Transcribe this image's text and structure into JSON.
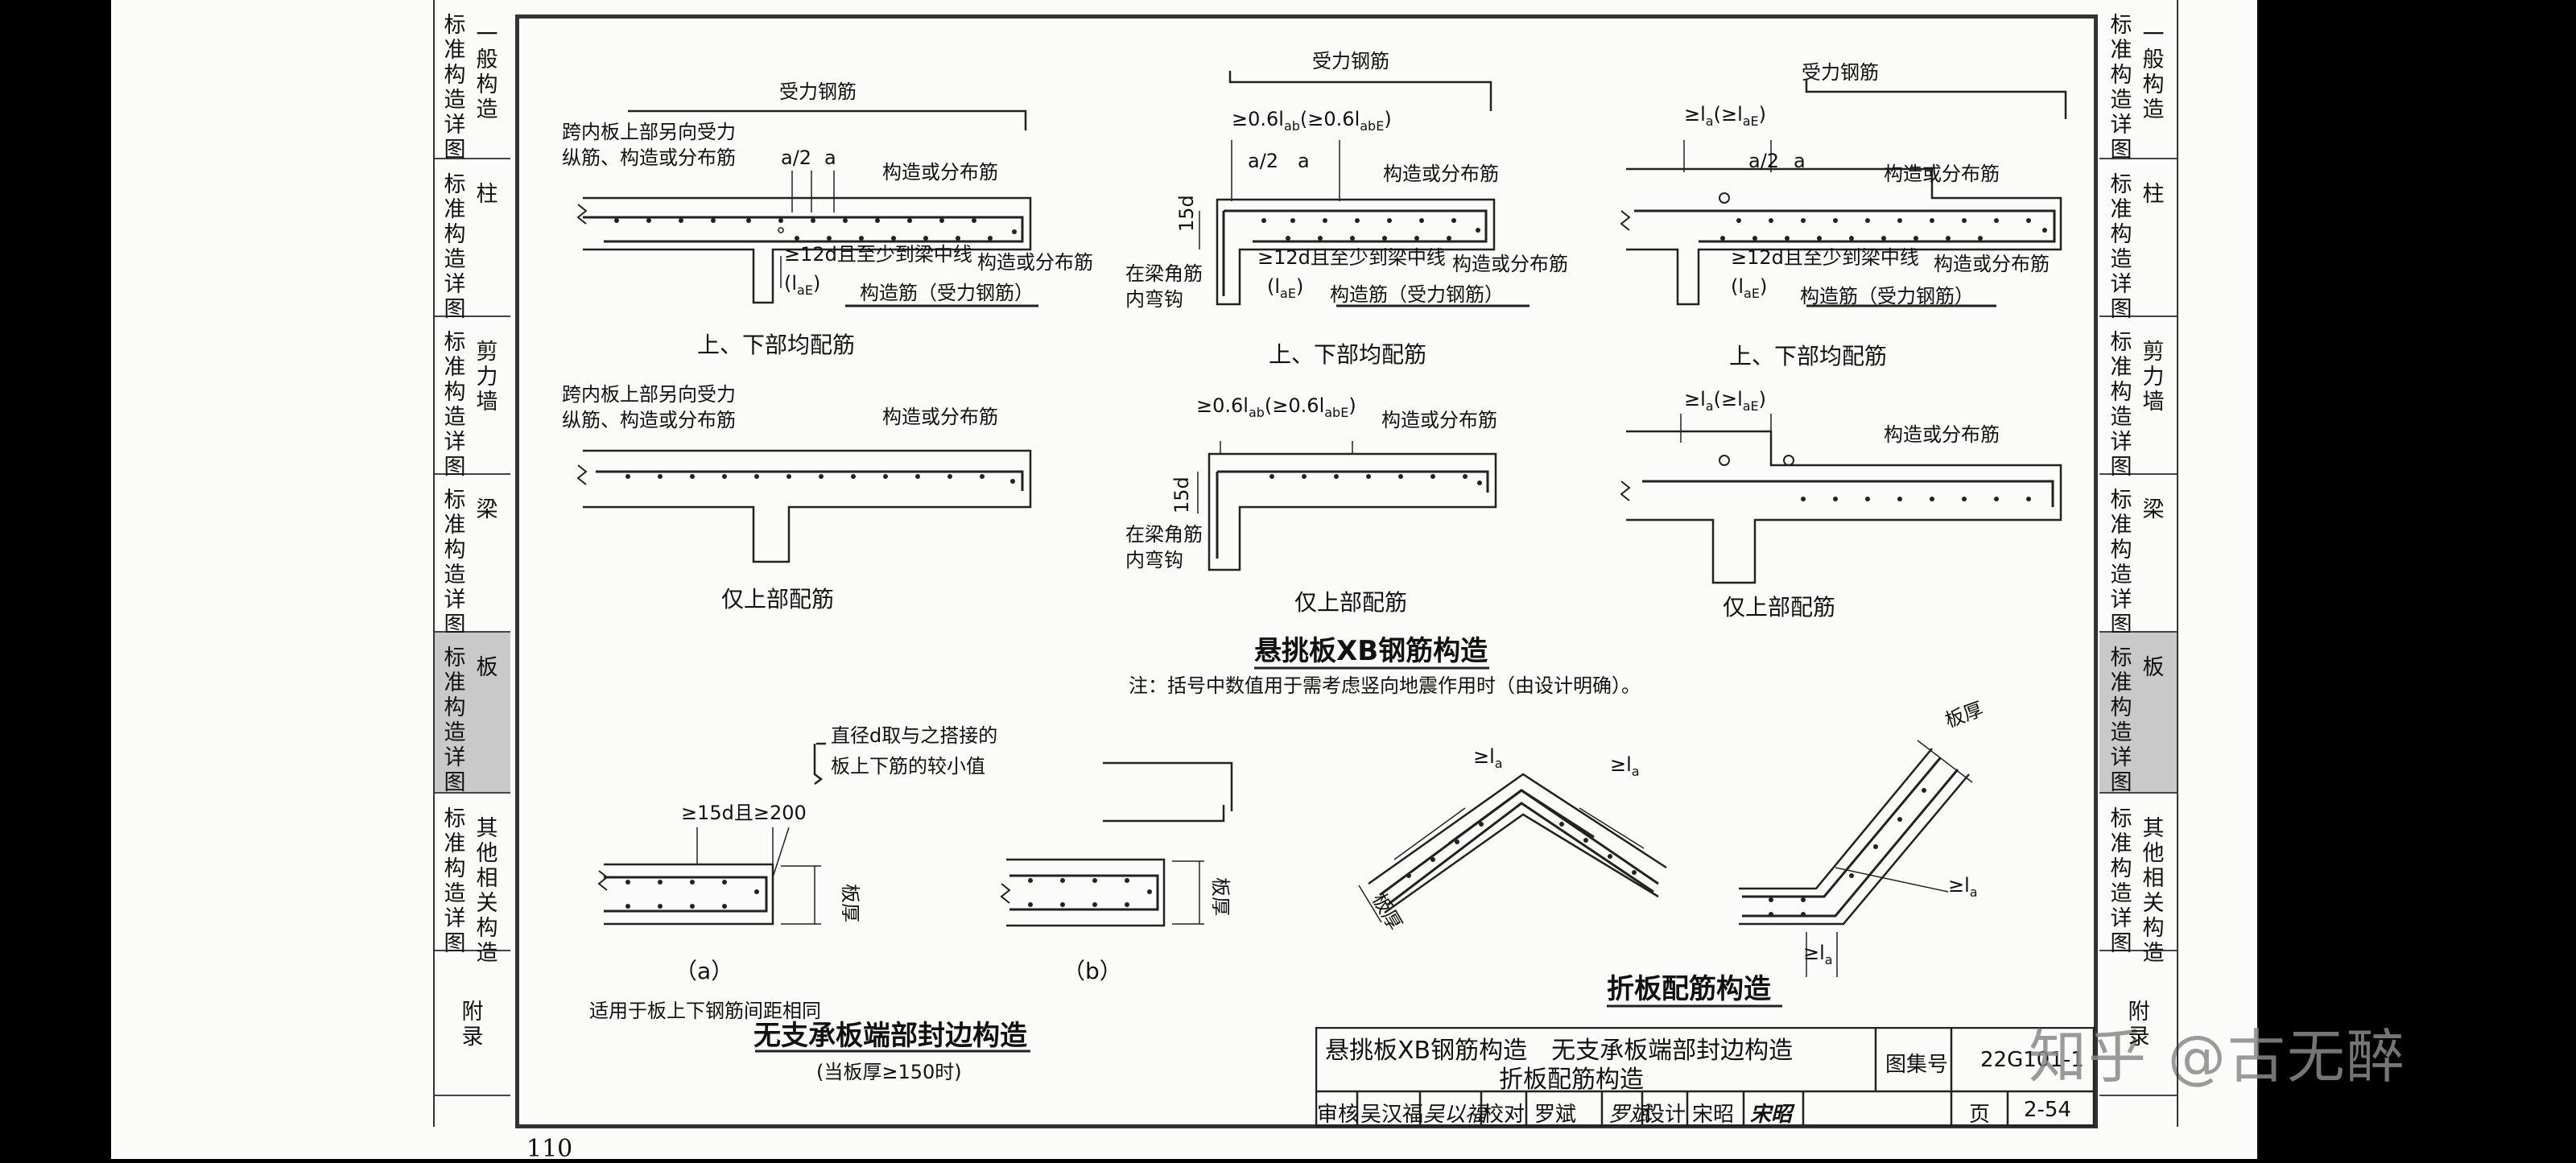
{
  "left_tabs": [
    {
      "v1": "标准构造详图",
      "v2": "一般构造"
    },
    {
      "v1": "标准构造详图",
      "v2": "柱"
    },
    {
      "v1": "标准构造详图",
      "v2": "剪力墙"
    },
    {
      "v1": "标准构造详图",
      "v2": "梁"
    },
    {
      "v1": "标准构造详图",
      "v2": "板",
      "active": true
    },
    {
      "v1": "标准构造详图",
      "v2": "其他相关构造"
    },
    {
      "v1": "附录",
      "v2": ""
    }
  ],
  "right_tabs": [
    {
      "v1": "标准构造详图",
      "v2": "一般构造"
    },
    {
      "v1": "标准构造详图",
      "v2": "柱"
    },
    {
      "v1": "标准构造详图",
      "v2": "剪力墙"
    },
    {
      "v1": "标准构造详图",
      "v2": "梁"
    },
    {
      "v1": "标准构造详图",
      "v2": "板",
      "active": true
    },
    {
      "v1": "标准构造详图",
      "v2": "其他相关构造"
    },
    {
      "v1": "附录",
      "v2": ""
    }
  ],
  "labels": {
    "force_rebar": "受力钢筋",
    "upper_note_1": "跨内板上部另向受力",
    "upper_note_2": "纵筋、构造或分布筋",
    "a_half": "a/2",
    "a": "a",
    "constr_dist": "构造或分布筋",
    "ge12d": "≥12d且至少到梁中线",
    "lae": "(l",
    "lae_sub": "aE",
    "lae_close": ")",
    "constr_force": "构造筋（受力钢筋）",
    "both_top_bottom": "上、下部均配筋",
    "only_top": "仅上部配筋",
    "ge06lab": "≥0.6l",
    "ge06lab_paren": "(≥0.6l",
    "lab_sub": "ab",
    "labe_sub": "abE",
    "d15": "15d",
    "corner_hook_1": "在梁角筋",
    "corner_hook_2": "内弯钩",
    "ge_la": "≥l",
    "la_sub": "a",
    "lae_paren": "(≥l",
    "lae_sub2": "aE"
  },
  "cantilever_title": "悬挑板XB钢筋构造",
  "note": "注：括号中数值用于需考虑竖向地震作用时（由设计明确）。",
  "edge_labels": {
    "diam_note_1": "直径d取与之搭接的",
    "diam_note_2": "板上下筋的较小值",
    "ge15d_200": "≥15d且≥200",
    "slab_thick": "板厚",
    "a": "（a）",
    "b": "（b）",
    "apply_note": "适用于板上下钢筋间距相同",
    "title": "无支承板端部封边构造",
    "sub": "(当板厚≥150时)"
  },
  "folded_labels": {
    "slab_thick": "板厚",
    "la": "≥l",
    "la_sub": "a",
    "title": "折板配筋构造"
  },
  "title_block": {
    "title_line1": "悬挑板XB钢筋构造　无支承板端部封边构造",
    "title_line2": "折板配筋构造",
    "atlas_label": "图集号",
    "atlas_value": "22G101-1",
    "review": "审核",
    "reviewer": "吴汉福",
    "reviewer_sig": "吴以福",
    "check": "校对",
    "checker": "罗斌",
    "checker_sig": "罗斌",
    "design": "设计",
    "designer": "宋昭",
    "designer_sig": "宋昭",
    "page_label": "页",
    "page_value": "2-54"
  },
  "page_number": "110",
  "watermark": "知乎 @古无醉",
  "colors": {
    "background": "#000000",
    "paper": "#fbfbf9",
    "tab_active": "#c9c9c9",
    "ink": "#1a1a1a"
  }
}
